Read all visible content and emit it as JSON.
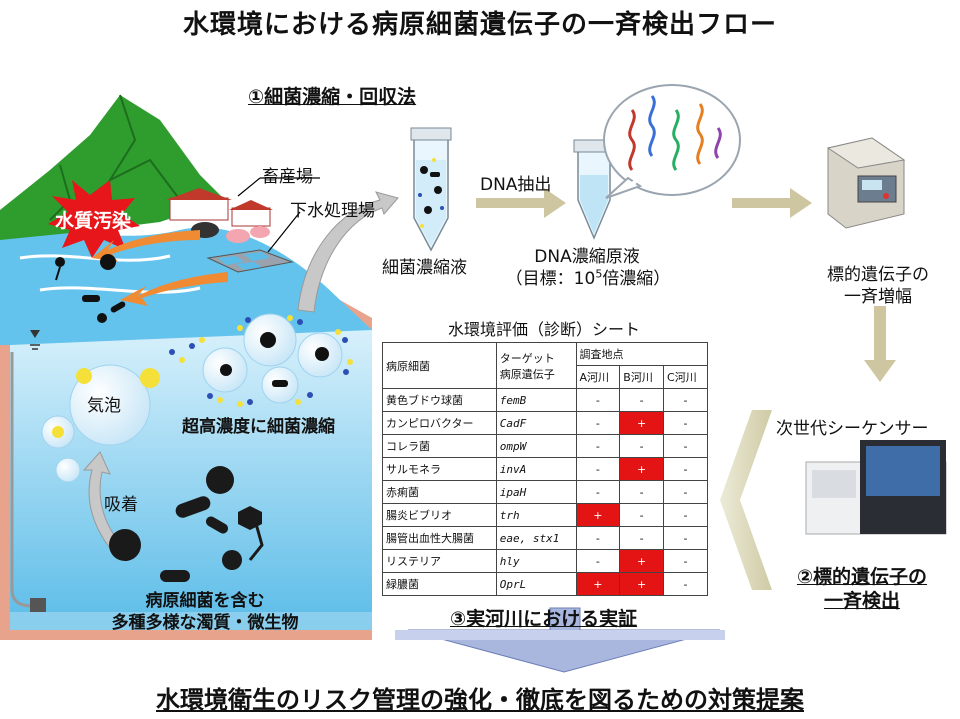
{
  "title": "水環境における病原細菌遺伝子の一斉検出フロー",
  "steps": {
    "step1": "①細菌濃縮・回収法",
    "step2_line1": "②標的遺伝子の",
    "step2_line2": "一斉検出",
    "step3": "③実河川における実証"
  },
  "labels": {
    "livestock": "畜産場",
    "sewage": "下水処理場",
    "pollution": "水質汚染",
    "concentrate": "細菌濃縮液",
    "dna_extract": "DNA抽出",
    "dna_solution": "DNA濃縮原液",
    "target_prefix": "（目標：10",
    "target_exp": "5",
    "target_suffix": "倍濃縮）",
    "amplify_line1": "標的遺伝子の",
    "amplify_line2": "一斉増幅",
    "sequencer": "次世代シーケンサー",
    "bubble": "気泡",
    "adsorption": "吸着",
    "high_conc": "超高濃度に細菌濃縮",
    "water_line1": "病原細菌を含む",
    "water_line2": "多種多様な濁質・微生物"
  },
  "sheet": {
    "title": "水環境評価（診断）シート",
    "col_pathogen": "病原細菌",
    "col_target_1": "ターゲット",
    "col_target_2": "病原遺伝子",
    "col_sites": "調査地点",
    "sites": [
      "A河川",
      "B河川",
      "C河川"
    ],
    "rows": [
      {
        "name": "黄色ブドウ球菌",
        "gene": "femB",
        "a": "-",
        "b": "-",
        "c": "-"
      },
      {
        "name": "カンピロバクター",
        "gene": "CadF",
        "a": "-",
        "b": "+",
        "c": "-"
      },
      {
        "name": "コレラ菌",
        "gene": "ompW",
        "a": "-",
        "b": "-",
        "c": "-"
      },
      {
        "name": "サルモネラ",
        "gene": "invA",
        "a": "-",
        "b": "+",
        "c": "-"
      },
      {
        "name": "赤痢菌",
        "gene": "ipaH",
        "a": "-",
        "b": "-",
        "c": "-"
      },
      {
        "name": "腸炎ビブリオ",
        "gene": "trh",
        "a": "+",
        "b": "-",
        "c": "-"
      },
      {
        "name": "腸管出血性大腸菌",
        "gene": "eae, stx1",
        "a": "-",
        "b": "-",
        "c": "-"
      },
      {
        "name": "リステリア",
        "gene": "hly",
        "a": "-",
        "b": "+",
        "c": "-"
      },
      {
        "name": "緑膿菌",
        "gene": "OprL",
        "a": "+",
        "b": "+",
        "c": "-"
      }
    ]
  },
  "conclusion": "水環境衛生のリスク管理の強化・徹底を図るための対策提案",
  "colors": {
    "mountain": "#2e9d2e",
    "water": "#6ec6ee",
    "water_deep": "#bfe6f8",
    "ground": "#e6a08c",
    "arrow": "#c9c09a",
    "orange_arrow": "#f08a33",
    "positive": "#e41414",
    "big_arrow": "#a9b7de"
  }
}
